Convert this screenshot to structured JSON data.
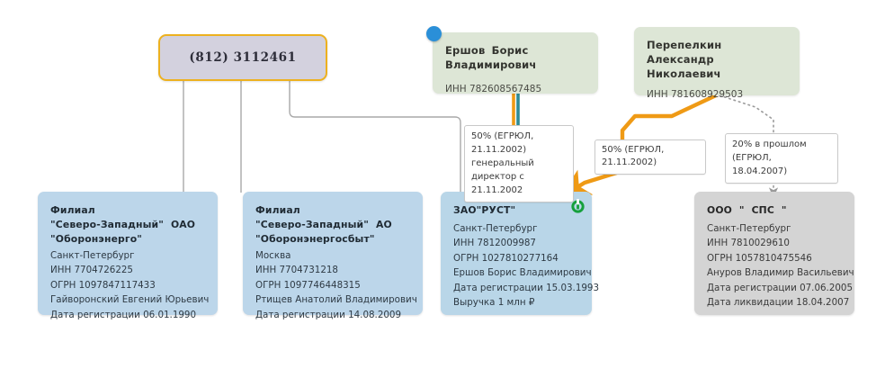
{
  "diagram": {
    "type": "entity-relationship-graph",
    "language": "ru",
    "colors": {
      "phone_fill": "#d3d1de",
      "phone_border": "#edb11f",
      "person_fill": "#dde6d6",
      "org_blue_fill": "#bcd6ea",
      "org_grey_fill": "#d4d4d4",
      "edge_grey": "#a9a9a9",
      "edge_orange": "#ef9a15",
      "edge_teal": "#2e8b96",
      "marker_blue": "#2a8fd8",
      "icon_green": "#16a03c"
    }
  },
  "nodes": {
    "phone": {
      "label": "(812) 3112461"
    },
    "person_ershov": {
      "name": "Ершов  Борис  Владимирович",
      "inn": "ИНН 782608567485",
      "marker": "blue-dot-marker"
    },
    "person_perepelkin": {
      "name_line1": "Перепелкин Александр",
      "name_line2": "Николаевич",
      "inn": "ИНН 781608929503"
    },
    "org_branch_nw_oao": {
      "title_line1": "Филиал",
      "title_line2": "\"Северо-Западный\"  ОАО",
      "title_line3": "\"Оборонэнерго\"",
      "lines": [
        "Санкт-Петербург",
        "ИНН 7704726225",
        "ОГРН 1097847117433",
        "Гайворонский Евгений Юрьевич",
        "Дата регистрации 06.01.1990"
      ]
    },
    "org_branch_nw_ao": {
      "title_line1": "Филиал",
      "title_line2": "\"Северо-Западный\"  АО",
      "title_line3": "\"Оборонэнергосбыт\"",
      "lines": [
        "Москва",
        "ИНН 7704731218",
        "ОГРН 1097746448315",
        "Ртищев Анатолий Владимирович",
        "Дата регистрации 14.08.2009"
      ]
    },
    "org_zao_rust": {
      "title": "ЗАО\"РУСТ\"",
      "icon": "green-ring-icon",
      "lines": [
        "Санкт-Петербург",
        "ИНН 7812009987",
        "ОГРН 1027810277164",
        "Ершов Борис Владимирович",
        "Дата регистрации 15.03.1993",
        "Выручка 1 млн ₽"
      ]
    },
    "org_ooo_sps": {
      "title": "ООО \"  СПС  \"",
      "lines": [
        "Санкт-Петербург",
        "ИНН 7810029610",
        "ОГРН 1057810475546",
        "Ануров Владимир Васильевич",
        "Дата регистрации 07.06.2005",
        "Дата ликвидации 18.04.2007"
      ]
    }
  },
  "edge_labels": {
    "ershov_to_rust": "50% (ЕГРЮЛ, 21.11.2002)\nгенеральный директор с\n21.11.2002",
    "perepelkin_to_rust": "50% (ЕГРЮЛ, 21.11.2002)",
    "perepelkin_to_sps": "20% в прошлом (ЕГРЮЛ,\n18.04.2007)"
  }
}
